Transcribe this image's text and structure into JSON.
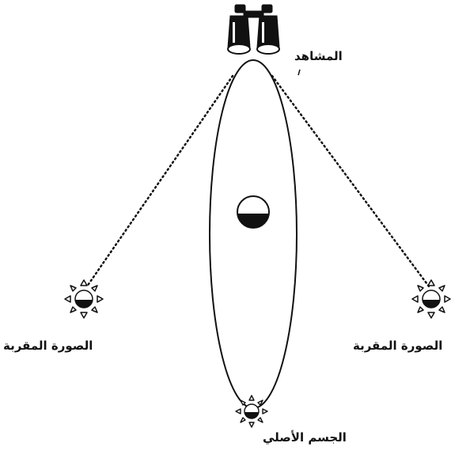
{
  "labels": {
    "observer": "المشاهد",
    "image_left": "الصورة المقربة",
    "image_right": "الصورة المقربة",
    "original_body": "الجسم الأصلي"
  },
  "icons": {
    "observer": "binoculars-icon",
    "image_left": "sun-icon",
    "image_right": "sun-icon",
    "original_body": "sun-icon",
    "central": "half-filled-circle"
  },
  "colors": {
    "ink": "#111111",
    "background": "#ffffff"
  }
}
